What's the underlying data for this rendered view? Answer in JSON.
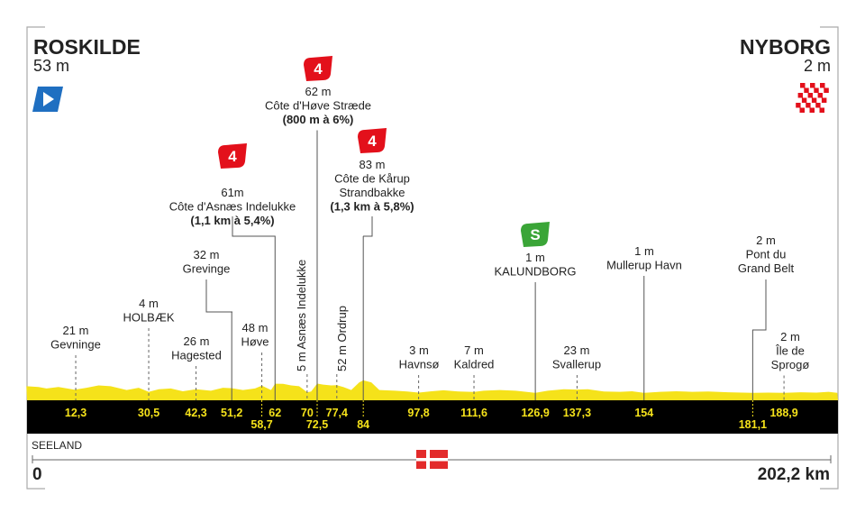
{
  "start": {
    "name": "ROSKILDE",
    "elevation": "53 m"
  },
  "finish": {
    "name": "NYBORG",
    "elevation": "2 m"
  },
  "region": "SEELAND",
  "distance_start": "0",
  "distance_total": "202,2 km",
  "colors": {
    "profile": "#f5e21a",
    "bar": "#000000",
    "climb": "#e3101b",
    "sprint": "#3aa537",
    "start_flag": "#1f6fc1"
  },
  "chart_data": {
    "type": "area",
    "xlabel": "km",
    "ylabel": "m",
    "xlim": [
      0,
      202.2
    ],
    "profile": [
      [
        0,
        45
      ],
      [
        3,
        40
      ],
      [
        5,
        30
      ],
      [
        8,
        40
      ],
      [
        12,
        22
      ],
      [
        15,
        35
      ],
      [
        18,
        50
      ],
      [
        21,
        45
      ],
      [
        25,
        20
      ],
      [
        28,
        35
      ],
      [
        30.5,
        8
      ],
      [
        33,
        25
      ],
      [
        36,
        30
      ],
      [
        39,
        12
      ],
      [
        42.3,
        25
      ],
      [
        46,
        15
      ],
      [
        49,
        35
      ],
      [
        51.2,
        32
      ],
      [
        54,
        20
      ],
      [
        57,
        30
      ],
      [
        58.7,
        48
      ],
      [
        61,
        20
      ],
      [
        62,
        61
      ],
      [
        64,
        60
      ],
      [
        66,
        50
      ],
      [
        68,
        45
      ],
      [
        70,
        5
      ],
      [
        71,
        10
      ],
      [
        72.5,
        62
      ],
      [
        74,
        55
      ],
      [
        76,
        50
      ],
      [
        77.4,
        52
      ],
      [
        79,
        40
      ],
      [
        81,
        20
      ],
      [
        83,
        70
      ],
      [
        84,
        83
      ],
      [
        86,
        70
      ],
      [
        88,
        20
      ],
      [
        92,
        15
      ],
      [
        95,
        10
      ],
      [
        97.8,
        3
      ],
      [
        101,
        12
      ],
      [
        104,
        18
      ],
      [
        108,
        10
      ],
      [
        111.6,
        7
      ],
      [
        114,
        15
      ],
      [
        118,
        20
      ],
      [
        122,
        15
      ],
      [
        126.9,
        1
      ],
      [
        130,
        15
      ],
      [
        134,
        25
      ],
      [
        137.3,
        23
      ],
      [
        140,
        25
      ],
      [
        144,
        10
      ],
      [
        148,
        8
      ],
      [
        151,
        12
      ],
      [
        154,
        1
      ],
      [
        158,
        8
      ],
      [
        162,
        12
      ],
      [
        166,
        8
      ],
      [
        170,
        10
      ],
      [
        175,
        5
      ],
      [
        181.1,
        2
      ],
      [
        185,
        3
      ],
      [
        188.9,
        2
      ],
      [
        193,
        5
      ],
      [
        197,
        3
      ],
      [
        200,
        8
      ],
      [
        202.2,
        2
      ]
    ]
  },
  "points": [
    {
      "km": 12.3,
      "km_label": "12,3",
      "elev": "21 m",
      "name": "Gevninge"
    },
    {
      "km": 30.5,
      "km_label": "30,5",
      "elev": "4 m",
      "name": "HOLBÆK"
    },
    {
      "km": 42.3,
      "km_label": "42,3",
      "elev": "26 m",
      "name": "Hagested"
    },
    {
      "km": 51.2,
      "km_label": "51,2",
      "elev": "32 m",
      "name": "Grevinge"
    },
    {
      "km": 58.7,
      "km_label": "58,7",
      "elev": "48 m",
      "name": "Høve"
    },
    {
      "km": 62,
      "km_label": "62",
      "elev": "61m",
      "name": "Côte d'Asnæs Indelukke",
      "detail": "(1,1 km à 5,4%)",
      "category": "4"
    },
    {
      "km": 70,
      "km_label": "70",
      "vertical": "5 m Asnæs Indelukke"
    },
    {
      "km": 72.5,
      "km_label": "72,5",
      "elev": "62 m",
      "name": "Côte d'Høve Stræde",
      "detail": "(800 m à 6%)",
      "category": "4"
    },
    {
      "km": 77.4,
      "km_label": "77,4",
      "vertical": "52 m Ordrup"
    },
    {
      "km": 84,
      "km_label": "84",
      "elev": "83 m",
      "name": "Côte de Kårup",
      "name2": "Strandbakke",
      "detail": "(1,3 km à 5,8%)",
      "category": "4"
    },
    {
      "km": 97.8,
      "km_label": "97,8",
      "elev": "3 m",
      "name": "Havnsø"
    },
    {
      "km": 111.6,
      "km_label": "111,6",
      "elev": "7 m",
      "name": "Kaldred"
    },
    {
      "km": 126.9,
      "km_label": "126,9",
      "elev": "1 m",
      "name": "KALUNDBORG",
      "sprint": "S"
    },
    {
      "km": 137.3,
      "km_label": "137,3",
      "elev": "23 m",
      "name": "Svallerup"
    },
    {
      "km": 154,
      "km_label": "154",
      "elev": "1 m",
      "name": "Mullerup Havn"
    },
    {
      "km": 181.1,
      "km_label": "181,1",
      "elev": "2 m",
      "name": "Pont du",
      "name2": "Grand Belt"
    },
    {
      "km": 188.9,
      "km_label": "188,9",
      "elev": "2 m",
      "name": "Île de",
      "name2": "Sprogø"
    }
  ]
}
